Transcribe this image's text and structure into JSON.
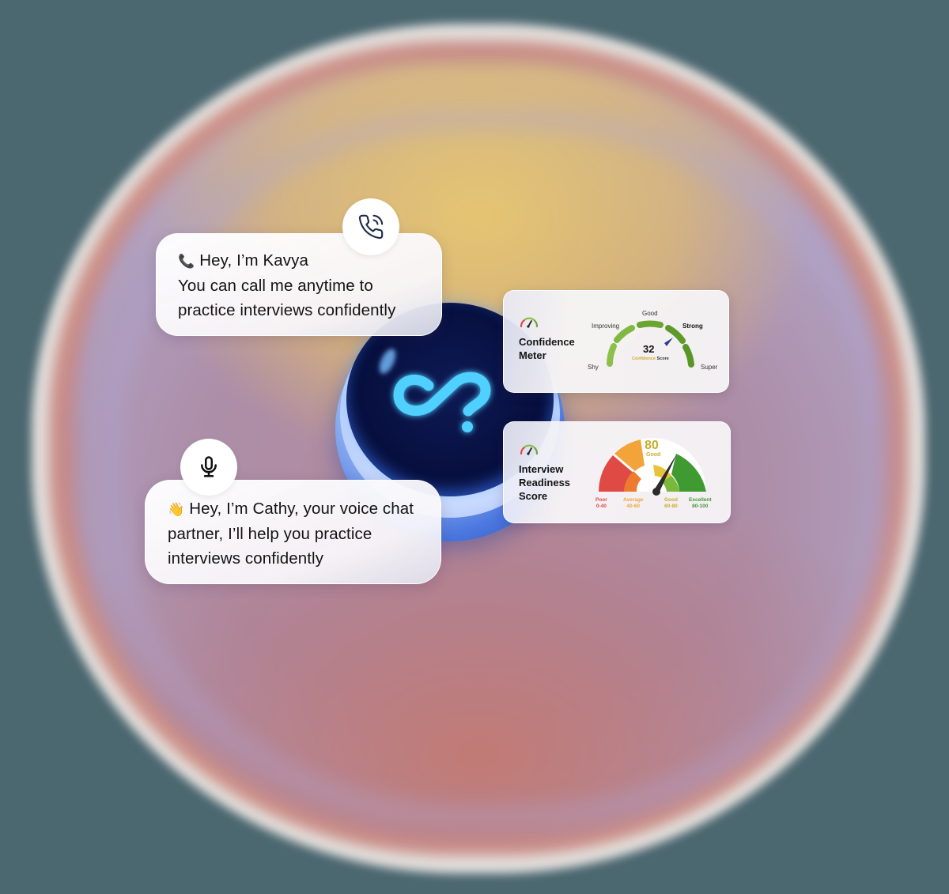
{
  "colors": {
    "background": "#4b6770",
    "orb_dark": "#071040",
    "orb_glow": "#4fc8ff",
    "gauge_green": "#6aa531",
    "poor": "#e04a45",
    "average": "#f2a43a",
    "good": "#c9ad2a",
    "excellent": "#3f9a32",
    "needle": "#2c3e8c"
  },
  "chat": {
    "kavya": {
      "icon": "phone-call-icon",
      "emoji": "📞",
      "lines": [
        "Hey, I’m Kavya",
        "You can call me anytime to",
        "practice interviews confidently"
      ]
    },
    "cathy": {
      "icon": "microphone-icon",
      "emoji": "👋",
      "lines": [
        "Hey, I’m Cathy, your voice chat",
        "partner, I’ll help you practice",
        "interviews confidently"
      ]
    }
  },
  "confidence_meter": {
    "title_line1": "Confidence",
    "title_line2": "Meter",
    "labels": {
      "shy": "Shy",
      "improving": "Improving",
      "good": "Good",
      "strong": "Strong",
      "super": "Super"
    },
    "score": "32",
    "score_label_a": "Confidence",
    "score_label_b": "Score"
  },
  "readiness_score": {
    "title_line1": "Interview",
    "title_line2": "Readiness",
    "title_line3": "Score",
    "value": "80",
    "value_label": "Good",
    "legend": [
      {
        "name": "Poor",
        "range": "0-40",
        "color": "#e04a45"
      },
      {
        "name": "Average",
        "range": "40-60",
        "color": "#f2a43a"
      },
      {
        "name": "Good",
        "range": "60-80",
        "color": "#c9ad2a"
      },
      {
        "name": "Excellent",
        "range": "80-100",
        "color": "#3f9a32"
      }
    ]
  }
}
